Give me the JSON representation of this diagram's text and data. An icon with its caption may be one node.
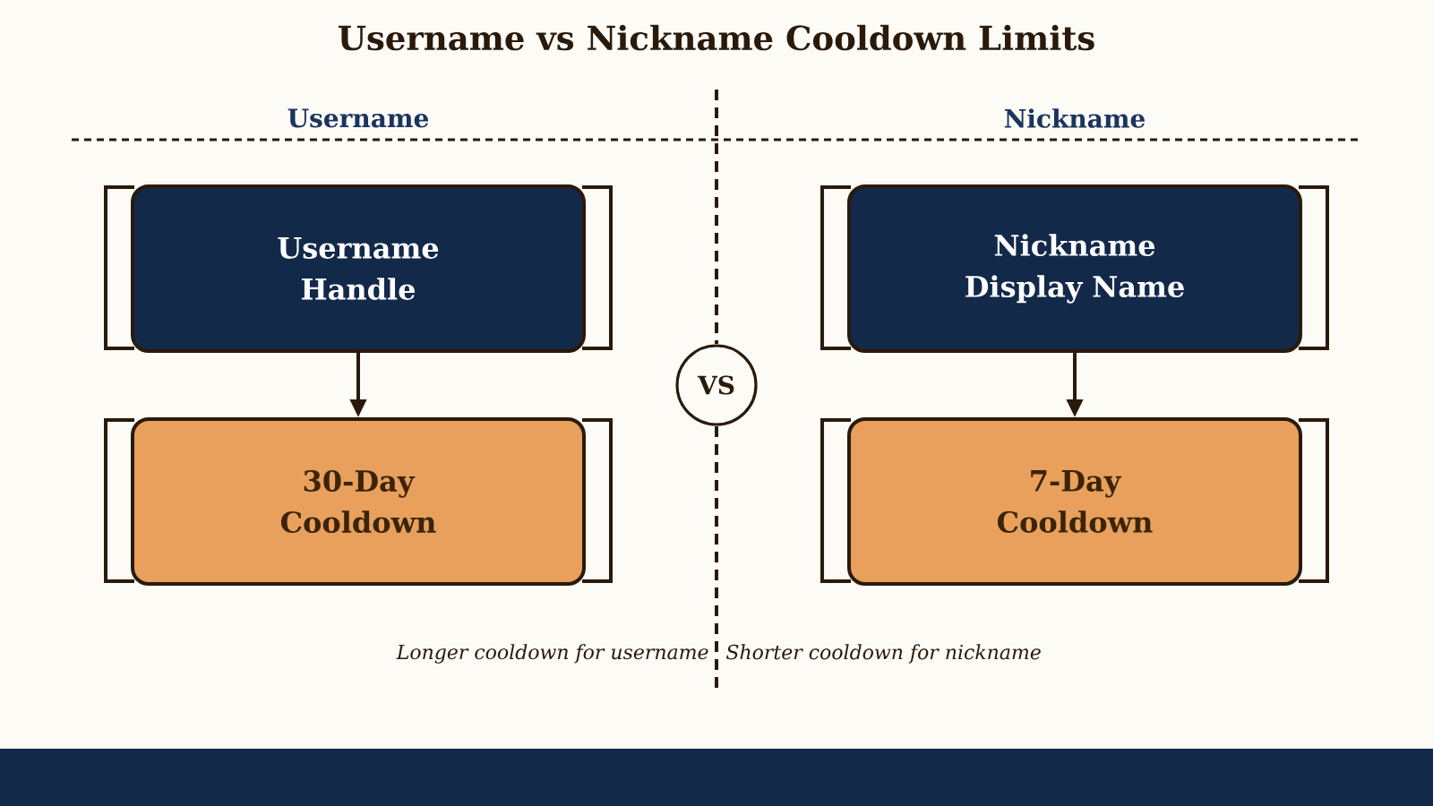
{
  "diagram": {
    "title": "Username vs Nickname Cooldown Limits",
    "nodes": [
      {
        "text": [
          "Username Handle"
        ]
      },
      {
        "text": [
          "Nickname Display Name"
        ]
      },
      {
        "text": [
          "VS"
        ]
      },
      {
        "text": [
          "30-Day Cooldown"
        ]
      },
      {
        "text": [
          "7-Day Cooldown"
        ]
      }
    ],
    "edges": [
      {
        "from": 0,
        "to": 3,
        "arrow": "to"
      },
      {
        "from": 1,
        "to": 4,
        "arrow": "to"
      }
    ],
    "labels": [
      "Username",
      "Nickname",
      "Longer cooldown for username",
      "Shorter cooldown for nickname"
    ]
  }
}
